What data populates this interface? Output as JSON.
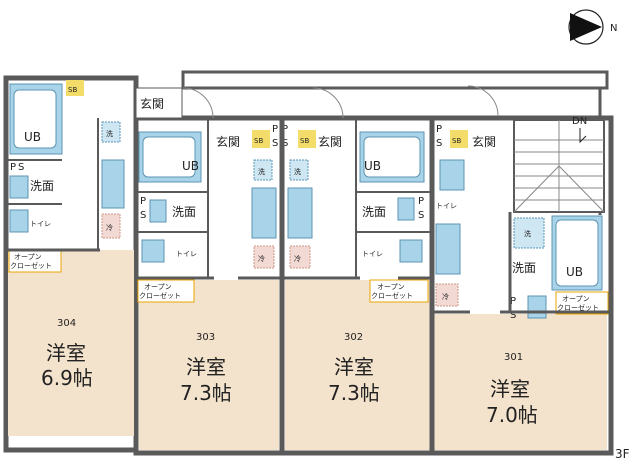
{
  "floor_label": "3F",
  "compass": {
    "letter": "N"
  },
  "stairs_label": "DN",
  "units": [
    {
      "number": "304",
      "room_type": "洋室",
      "size": "6.9帖"
    },
    {
      "number": "303",
      "room_type": "洋室",
      "size": "7.3帖"
    },
    {
      "number": "302",
      "room_type": "洋室",
      "size": "7.3帖"
    },
    {
      "number": "301",
      "room_type": "洋室",
      "size": "7.0帖"
    }
  ],
  "labels": {
    "ub": "UB",
    "senmen": "洗面",
    "toilet": "トイレ",
    "genkan": "玄関",
    "sb": "SB",
    "ps_p": "P",
    "ps_s": "S",
    "sen": "洗",
    "rei": "冷",
    "open_closet_1": "オープン",
    "open_closet_2": "クローゼット"
  },
  "colors": {
    "wall": "#5a5a5a",
    "floor_room": "#f4e3cc",
    "floor_wet": "#ffffff",
    "fixture": "#a9d3e8",
    "fixture_stroke": "#5a94b3",
    "sb_fill": "#f3dc6a",
    "sen_fill": "#cfe7f3",
    "rei_fill": "#f3d9d4"
  }
}
